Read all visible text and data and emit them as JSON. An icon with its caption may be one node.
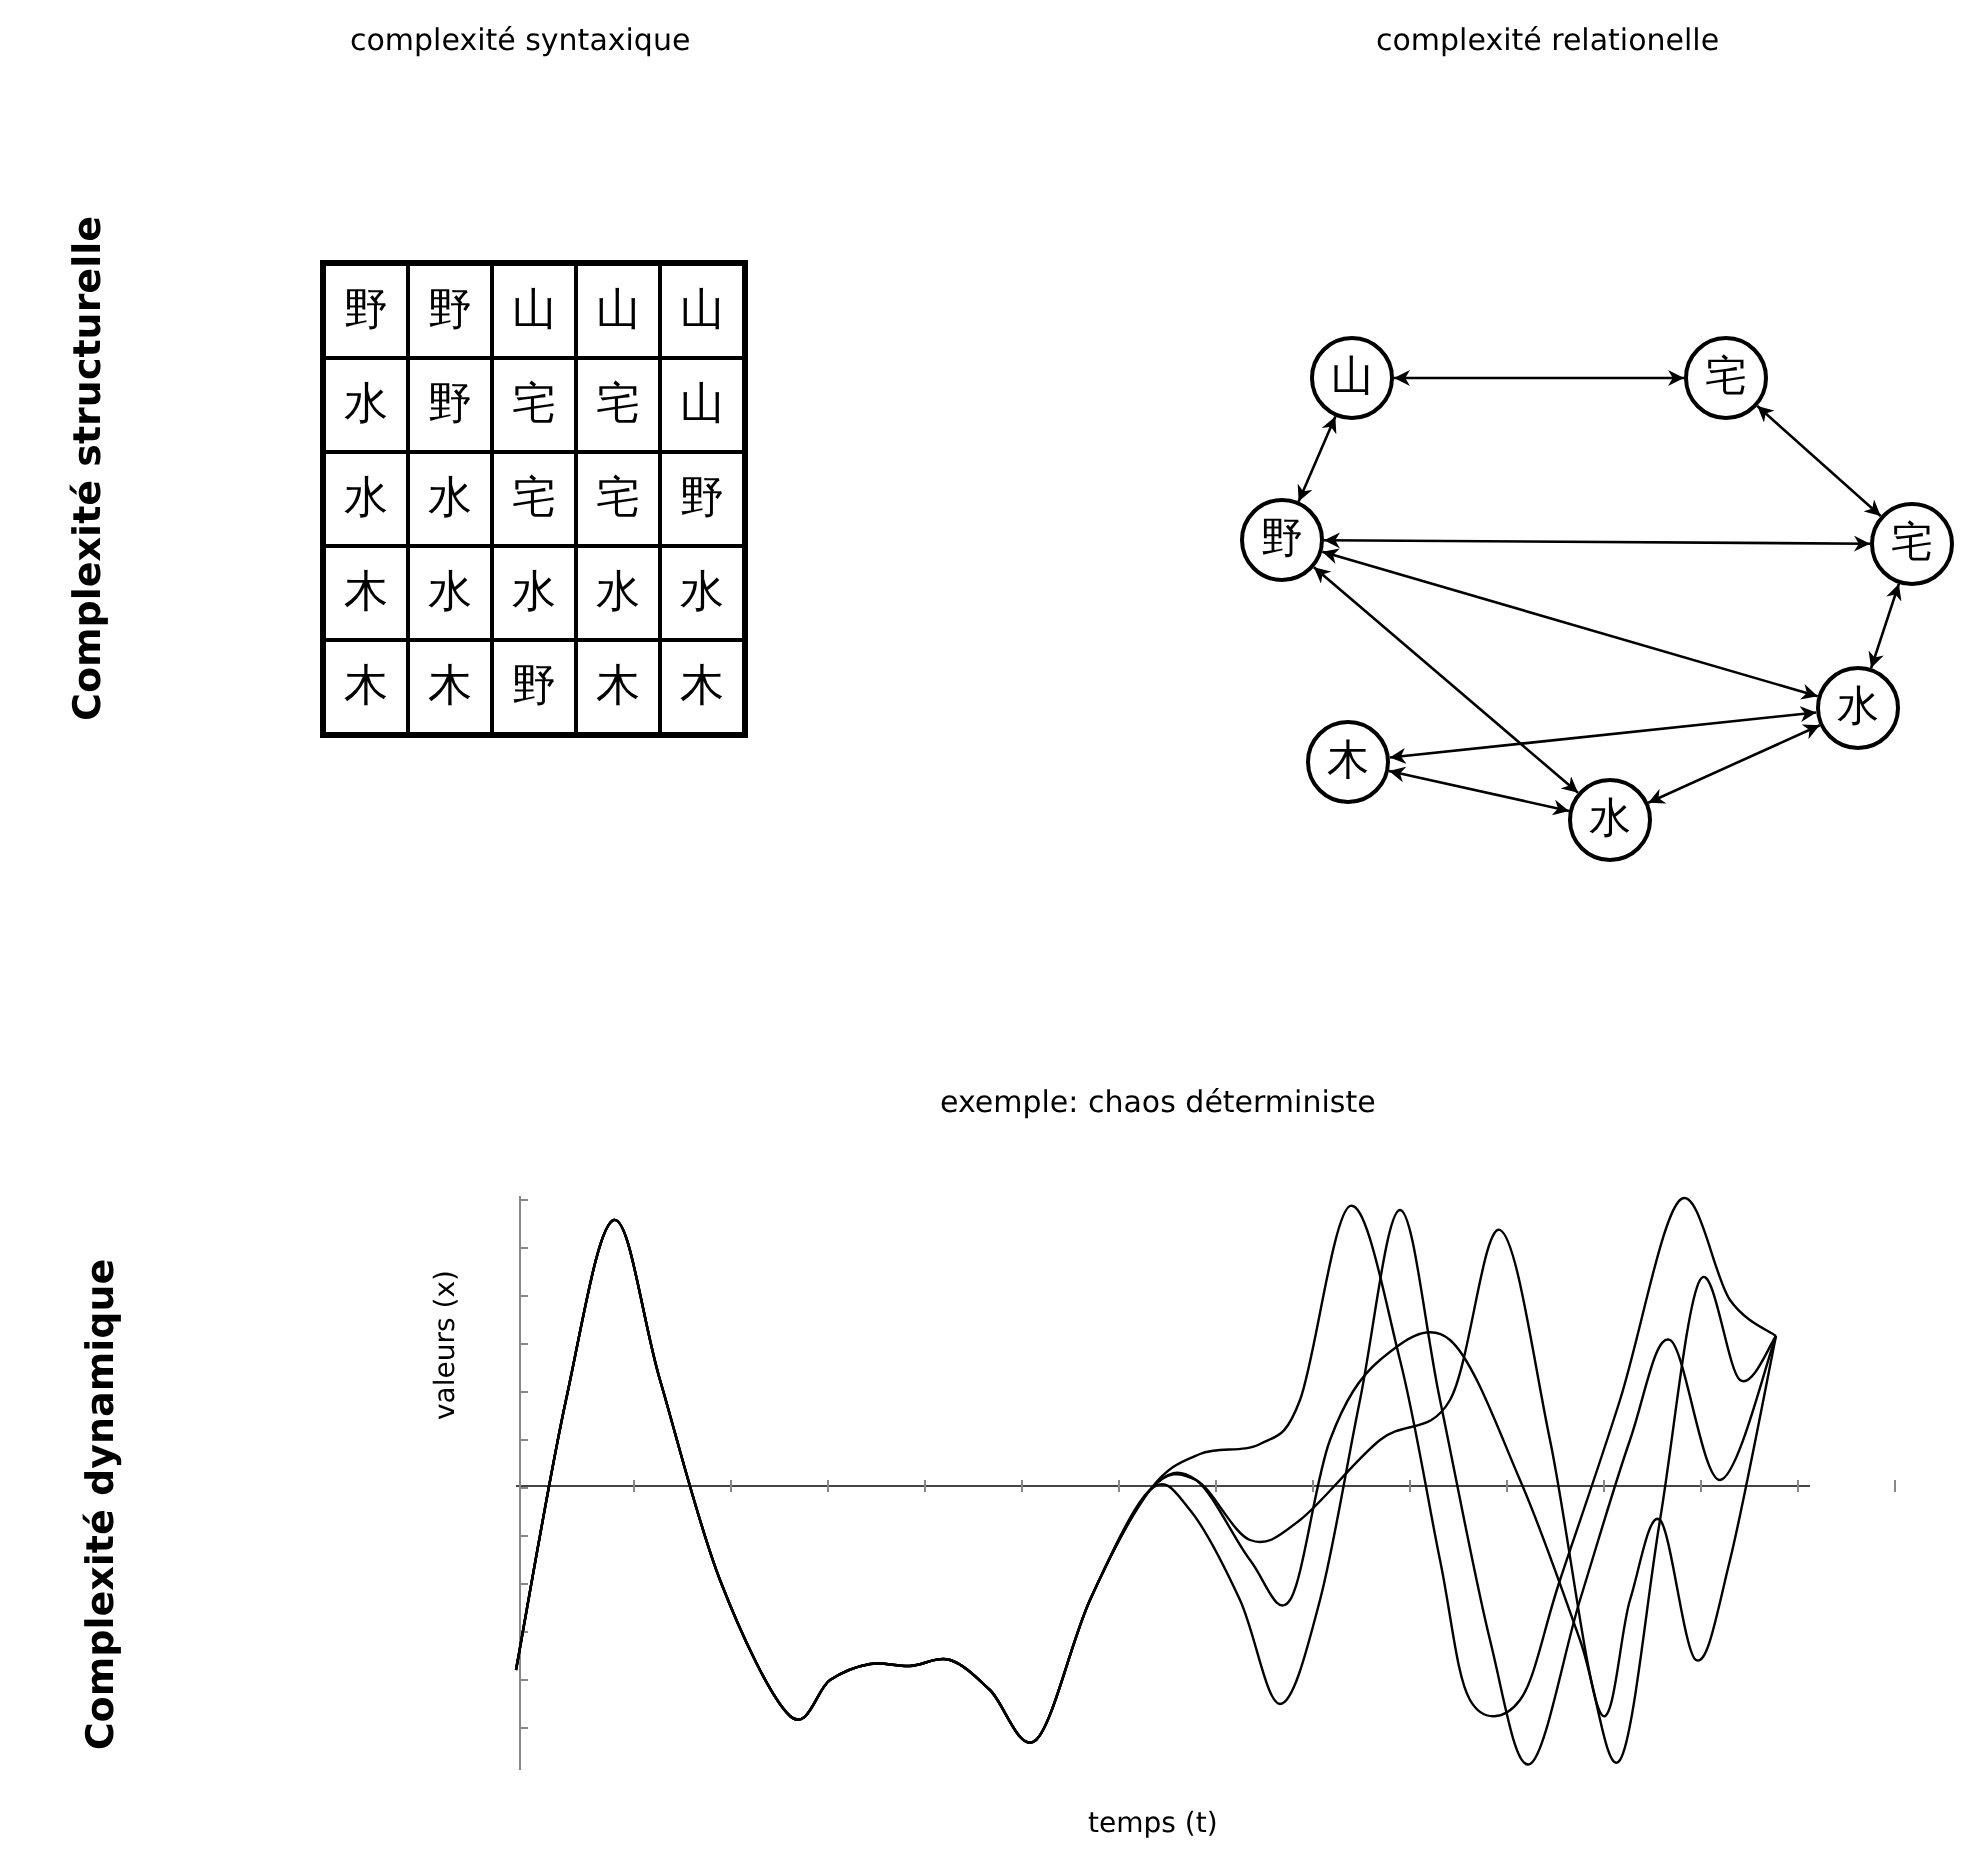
{
  "diagram": {
    "nodes": [
      {
        "text": [
          "山"
        ]
      },
      {
        "text": [
          "宅"
        ]
      },
      {
        "text": [
          "野"
        ]
      },
      {
        "text": [
          "宅"
        ]
      },
      {
        "text": [
          "水"
        ]
      },
      {
        "text": [
          "木"
        ]
      },
      {
        "text": [
          "水"
        ]
      }
    ],
    "edges": [
      {
        "from": 0,
        "to": 1,
        "arrow": "both"
      },
      {
        "from": 0,
        "to": 2,
        "arrow": "both"
      },
      {
        "from": 1,
        "to": 3,
        "arrow": "both"
      },
      {
        "from": 2,
        "to": 3,
        "arrow": "both"
      },
      {
        "from": 3,
        "to": 4,
        "arrow": "both"
      },
      {
        "from": 2,
        "to": 4,
        "arrow": "both"
      },
      {
        "from": 2,
        "to": 6,
        "arrow": "both"
      },
      {
        "from": 5,
        "to": 4,
        "arrow": "both"
      },
      {
        "from": 5,
        "to": 6,
        "arrow": "both"
      },
      {
        "from": 6,
        "to": 4,
        "arrow": "both"
      }
    ],
    "labels": [
      "complexité syntaxique",
      "complexité relationelle",
      "Complexité structurelle",
      "野",
      "野",
      "山",
      "山",
      "山",
      "水",
      "野",
      "宅",
      "宅",
      "山",
      "水",
      "水",
      "宅",
      "宅",
      "野",
      "木",
      "水",
      "水",
      "水",
      "水",
      "木",
      "木",
      "野",
      "木",
      "木",
      "exemple: chaos déterministe",
      "Complexité dynamique",
      "valeurs (x)",
      "temps (t)"
    ]
  }
}
